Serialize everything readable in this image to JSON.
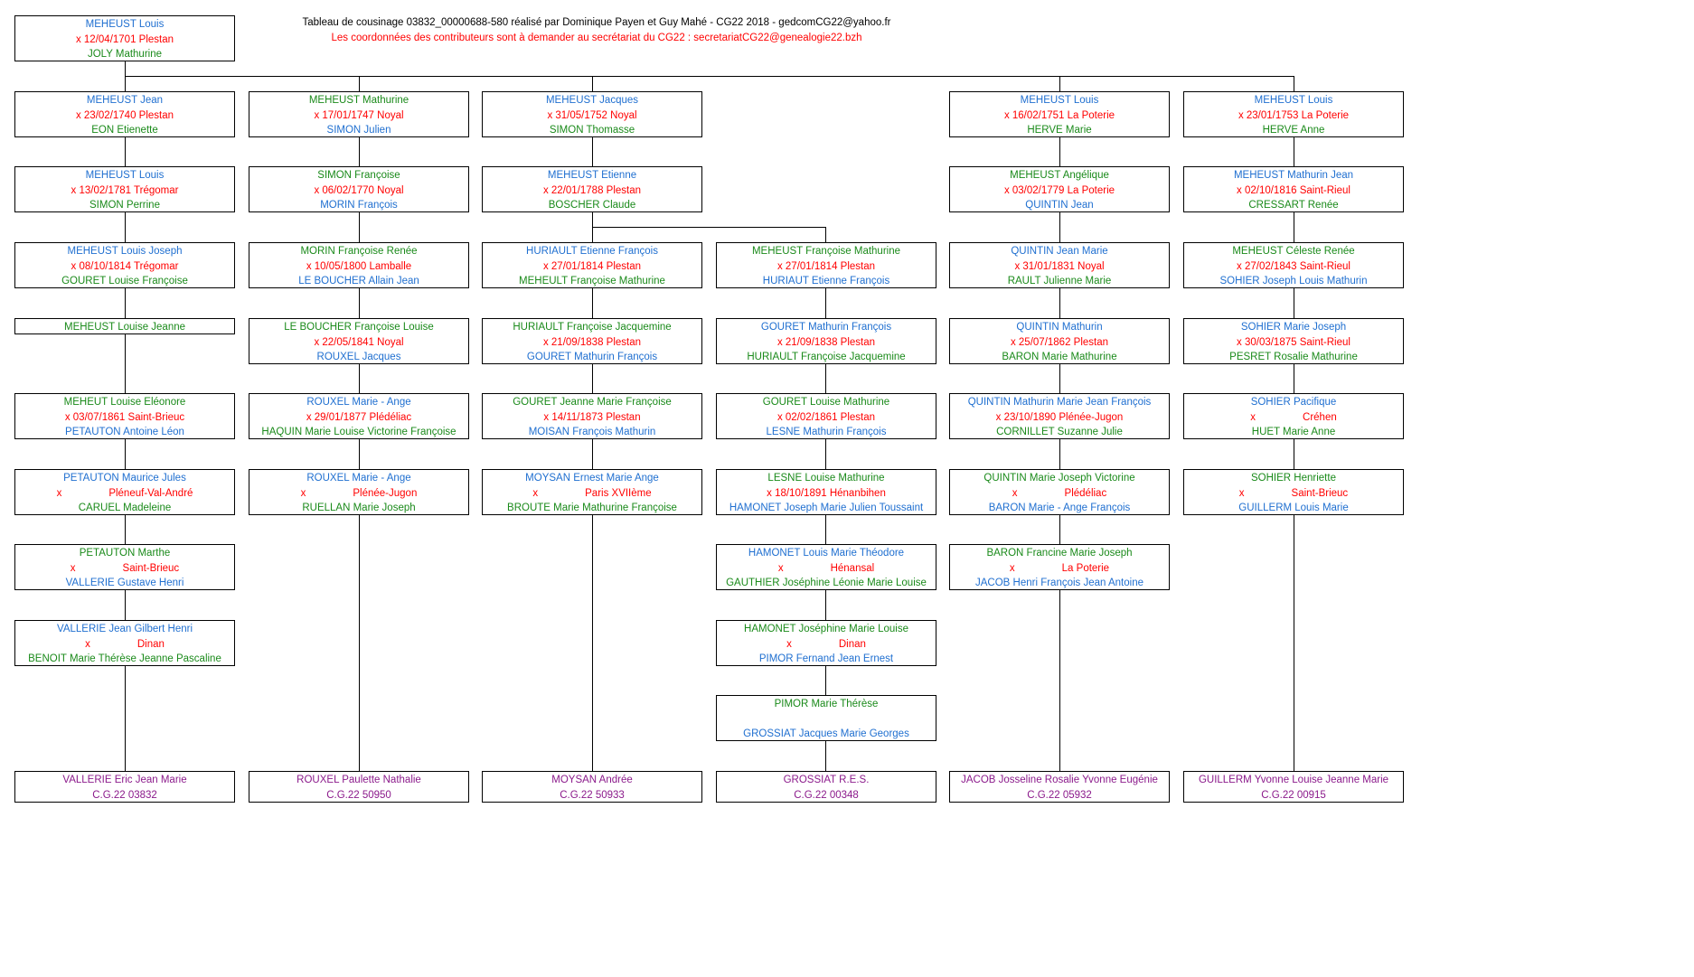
{
  "header": {
    "line1": "Tableau de cousinage 03832_00000688-580 réalisé par Dominique Payen et Guy Mahé - CG22 2018 - gedcomCG22@yahoo.fr",
    "line2": "Les coordonnées des contributeurs sont à demander au secrétariat du CG22 :  secretariatCG22@genealogie22.bzh"
  },
  "colors": {
    "male": "#1f6fd0",
    "female": "#1a8a1a",
    "marriage": "#ff0000",
    "descendant": "#8b1a8b",
    "header": "#000000",
    "header_note": "#ff0000",
    "lines": "#000000"
  },
  "root": {
    "person": "MEHEUST Louis",
    "marriage": "x 12/04/1701 Plestan",
    "spouse": "JOLY Mathurine"
  },
  "branches": [
    {
      "column": 1,
      "boxes": [
        {
          "person": "MEHEUST Jean",
          "marriage": "x 23/02/1740 Plestan",
          "spouse": "EON Etienette"
        },
        {
          "person": "MEHEUST Louis",
          "marriage": "x 13/02/1781 Trégomar",
          "spouse": "SIMON Perrine"
        },
        {
          "person": "MEHEUST Louis Joseph",
          "marriage": "x 08/10/1814 Trégomar",
          "spouse": "GOURET Louise Françoise"
        },
        {
          "person": "MEHEUST Louise Jeanne"
        },
        {
          "person": "MEHEUT Louise Eléonore",
          "marriage": "x 03/07/1861 Saint-Brieuc",
          "spouse": "PETAUTON Antoine Léon"
        },
        {
          "person": "PETAUTON Maurice Jules",
          "marriage_x": "x",
          "marriage_place": "Pléneuf-Val-André",
          "spouse": "CARUEL Madeleine"
        },
        {
          "person": "PETAUTON Marthe",
          "marriage_x": "x",
          "marriage_place": "Saint-Brieuc",
          "spouse": "VALLERIE Gustave Henri"
        },
        {
          "person": "VALLERIE Jean Gilbert Henri",
          "marriage_x": "x",
          "marriage_place": "Dinan",
          "spouse": "BENOIT Marie Thérèse Jeanne Pascaline"
        }
      ],
      "final": {
        "person": "VALLERIE Eric Jean Marie",
        "code": "C.G.22 03832"
      }
    },
    {
      "column": 2,
      "boxes": [
        {
          "person": "MEHEUST Mathurine",
          "marriage": "x 17/01/1747 Noyal",
          "spouse": "SIMON Julien"
        },
        {
          "person": "SIMON Françoise",
          "marriage": "x 06/02/1770 Noyal",
          "spouse": "MORIN François"
        },
        {
          "person": "MORIN Françoise Renée",
          "marriage": "x 10/05/1800 Lamballe",
          "spouse": "LE BOUCHER Allain Jean"
        },
        {
          "person": "LE BOUCHER Françoise Louise",
          "marriage": "x 22/05/1841 Noyal",
          "spouse": "ROUXEL Jacques"
        },
        {
          "person": "ROUXEL Marie - Ange",
          "marriage": "x 29/01/1877 Plédéliac",
          "spouse": "HAQUIN Marie Louise Victorine Françoise"
        },
        {
          "person": "ROUXEL Marie - Ange",
          "marriage_x": "x",
          "marriage_place": "Plénée-Jugon",
          "spouse": "RUELLAN Marie Joseph"
        }
      ],
      "final": {
        "person": "ROUXEL Paulette Nathalie",
        "code": "C.G.22 50950"
      }
    },
    {
      "column": 3,
      "boxes": [
        {
          "person": "MEHEUST Jacques",
          "marriage": "x 31/05/1752 Noyal",
          "spouse": "SIMON Thomasse"
        },
        {
          "person": "MEHEUST Etienne",
          "marriage": "x 22/01/1788 Plestan",
          "spouse": "BOSCHER Claude"
        },
        {
          "person": "HURIAULT Etienne François",
          "marriage": "x 27/01/1814 Plestan",
          "spouse": "MEHEULT Françoise Mathurine"
        },
        {
          "person": "HURIAULT Françoise Jacquemine",
          "marriage": "x 21/09/1838 Plestan",
          "spouse": "GOURET Mathurin François"
        },
        {
          "person": "GOURET Jeanne Marie Françoise",
          "marriage": "x 14/11/1873 Plestan",
          "spouse": "MOISAN François Mathurin"
        },
        {
          "person": "MOYSAN Ernest Marie Ange",
          "marriage_x": "x",
          "marriage_place": "Paris XVIIème",
          "spouse": "BROUTE Marie Mathurine Françoise"
        }
      ],
      "final": {
        "person": "MOYSAN Andrée",
        "code": "C.G.22 50933"
      }
    },
    {
      "column": 4,
      "boxes": [
        {
          "person": "MEHEUST Françoise Mathurine",
          "marriage": "x 27/01/1814 Plestan",
          "spouse": "HURIAUT Etienne François"
        },
        {
          "person": "GOURET Mathurin François",
          "marriage": "x 21/09/1838 Plestan",
          "spouse": "HURIAULT Françoise Jacquemine"
        },
        {
          "person": "GOURET Louise Mathurine",
          "marriage": "x 02/02/1861 Plestan",
          "spouse": "LESNE Mathurin François"
        },
        {
          "person": "LESNE Louise Mathurine",
          "marriage": "x 18/10/1891 Hénanbihen",
          "spouse": "HAMONET Joseph Marie Julien Toussaint"
        },
        {
          "person": "HAMONET Louis Marie Théodore",
          "marriage_x": "x",
          "marriage_place": "Hénansal",
          "spouse": "GAUTHIER Joséphine Léonie Marie Louise"
        },
        {
          "person": "HAMONET Joséphine Marie Louise",
          "marriage_x": "x",
          "marriage_place": "Dinan",
          "spouse": "PIMOR Fernand Jean Ernest"
        },
        {
          "person": "PIMOR Marie Thérèse",
          "marriage": "",
          "spouse": "GROSSIAT Jacques Marie Georges"
        }
      ],
      "final": {
        "person": "GROSSIAT R.E.S.",
        "code": "C.G.22 00348"
      }
    },
    {
      "column": 5,
      "boxes": [
        {
          "person": "MEHEUST Louis",
          "marriage": "x 16/02/1751 La Poterie",
          "spouse": "HERVE Marie"
        },
        {
          "person": "MEHEUST Angélique",
          "marriage": "x 03/02/1779 La Poterie",
          "spouse": "QUINTIN Jean"
        },
        {
          "person": "QUINTIN Jean Marie",
          "marriage": "x 31/01/1831 Noyal",
          "spouse": "RAULT Julienne Marie"
        },
        {
          "person": "QUINTIN Mathurin",
          "marriage": "x 25/07/1862 Plestan",
          "spouse": "BARON Marie Mathurine"
        },
        {
          "person": "QUINTIN Mathurin Marie Jean François",
          "marriage": "x 23/10/1890 Plénée-Jugon",
          "spouse": "CORNILLET Suzanne Julie"
        },
        {
          "person": "QUINTIN Marie Joseph Victorine",
          "marriage_x": "x",
          "marriage_place": "Plédéliac",
          "spouse": "BARON Marie - Ange François"
        },
        {
          "person": "BARON Francine Marie Joseph",
          "marriage_x": "x",
          "marriage_place": "La Poterie",
          "spouse": "JACOB Henri François Jean Antoine"
        }
      ],
      "final": {
        "person": "JACOB Josseline Rosalie Yvonne Eugénie",
        "code": "C.G.22 05932"
      }
    },
    {
      "column": 6,
      "boxes": [
        {
          "person": "MEHEUST Louis",
          "marriage": "x 23/01/1753 La Poterie",
          "spouse": "HERVE Anne"
        },
        {
          "person": "MEHEUST Mathurin Jean",
          "marriage": "x 02/10/1816 Saint-Rieul",
          "spouse": "CRESSART Renée"
        },
        {
          "person": "MEHEUST Céleste Renée",
          "marriage": "x 27/02/1843 Saint-Rieul",
          "spouse": "SOHIER Joseph Louis Mathurin"
        },
        {
          "person": "SOHIER Marie Joseph",
          "marriage": "x 30/03/1875 Saint-Rieul",
          "spouse": "PESRET Rosalie Mathurine"
        },
        {
          "person": "SOHIER Pacifique",
          "marriage_x": "x",
          "marriage_place": "Créhen",
          "spouse": "HUET Marie Anne"
        },
        {
          "person": "SOHIER Henriette",
          "marriage_x": "x",
          "marriage_place": "Saint-Brieuc",
          "spouse": "GUILLERM Louis Marie"
        }
      ],
      "final": {
        "person": "GUILLERM Yvonne Louise Jeanne Marie",
        "code": "C.G.22 00915"
      }
    }
  ]
}
